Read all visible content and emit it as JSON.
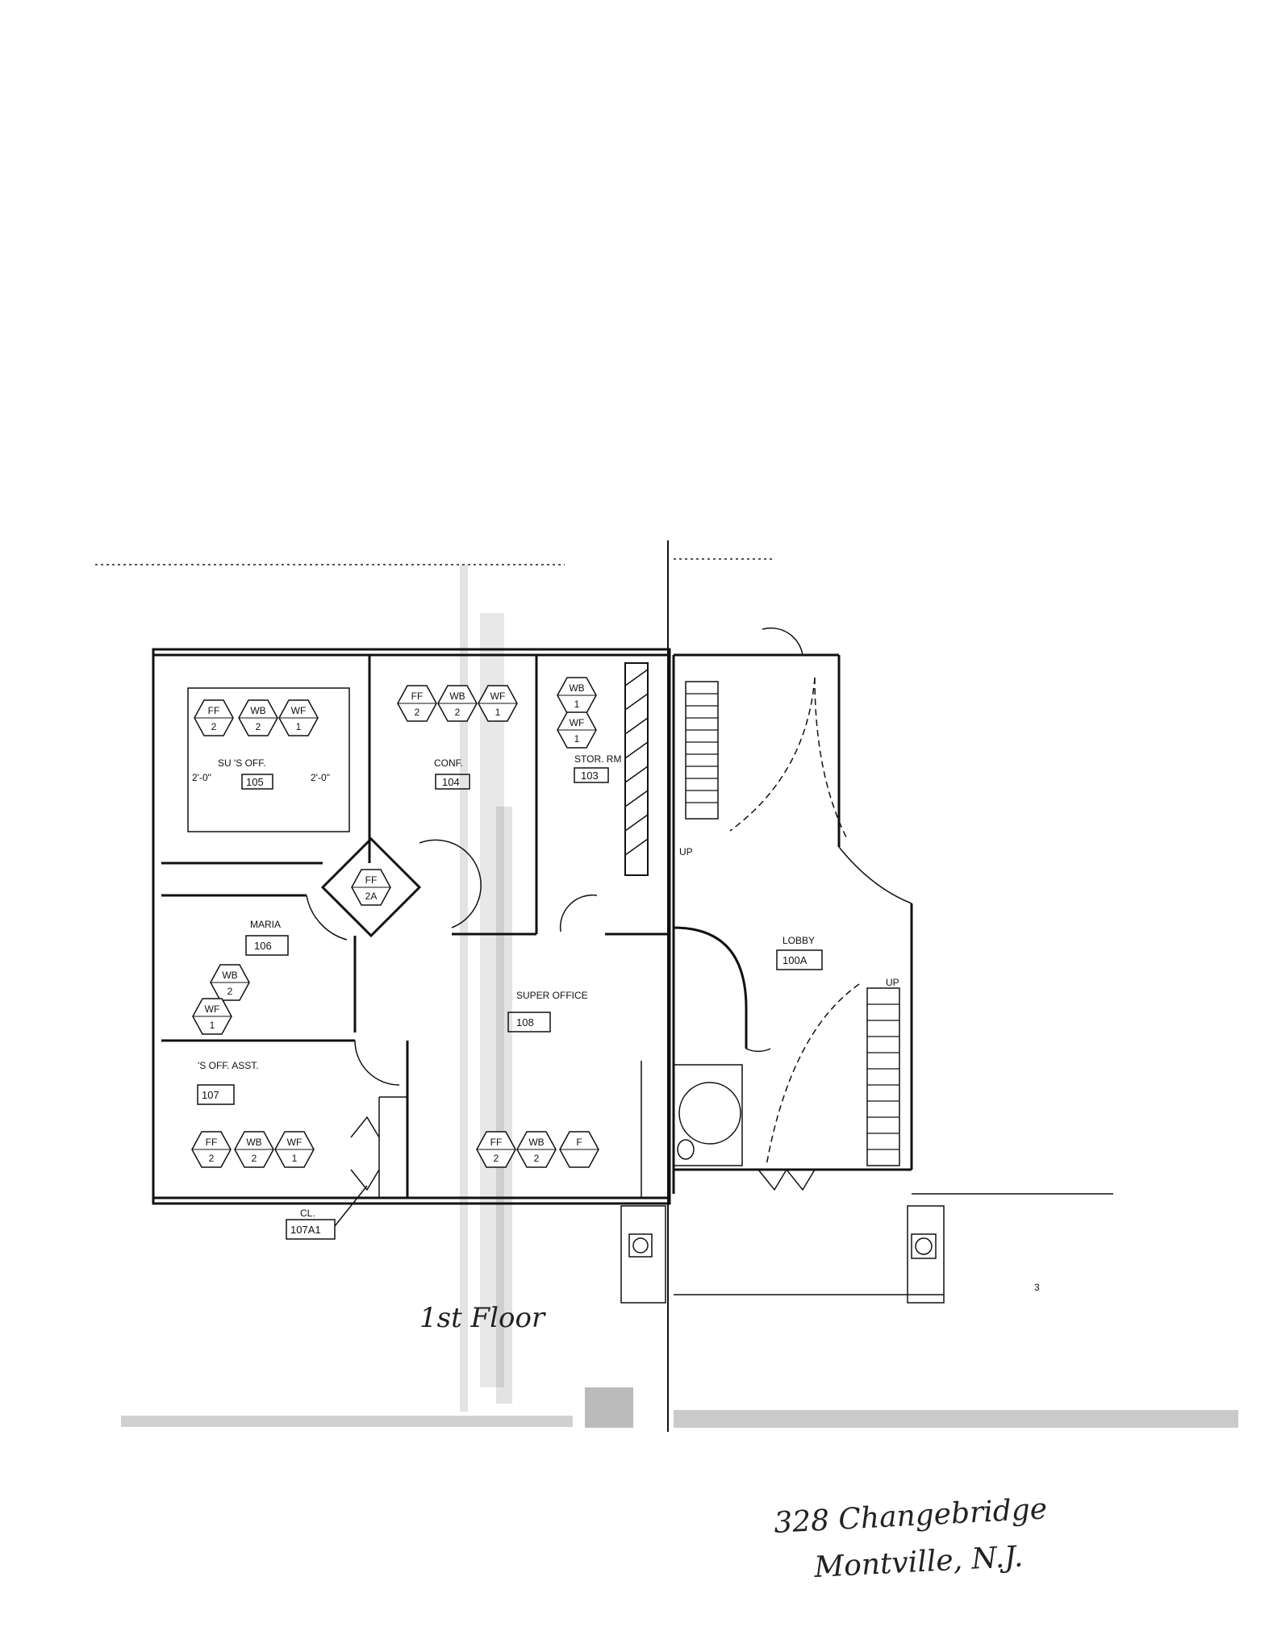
{
  "rooms": [
    {
      "id": "r105",
      "name": "SU  'S OFF.",
      "number": "105"
    },
    {
      "id": "r104",
      "name": "CONF.",
      "number": "104"
    },
    {
      "id": "r103",
      "name": "STOR. RM",
      "number": "103"
    },
    {
      "id": "r106",
      "name": "MARIA",
      "number": "106"
    },
    {
      "id": "r108",
      "name": "SUPER OFFICE",
      "number": "108"
    },
    {
      "id": "r107",
      "name": "'S OFF. ASST.",
      "number": "107"
    },
    {
      "id": "r107a1",
      "name": "CL.",
      "number": "107A1"
    },
    {
      "id": "r100a",
      "name": "LOBBY",
      "number": "100A"
    }
  ],
  "dims": {
    "left": "2'-0\"",
    "right": "2'-0\""
  },
  "stair_labels": {
    "top": "UP",
    "bottom": "UP"
  },
  "hex_tags": [
    {
      "k": "FF",
      "v": "2"
    },
    {
      "k": "WB",
      "v": "2"
    },
    {
      "k": "WF",
      "v": "1"
    },
    {
      "k": "FF",
      "v": "2"
    },
    {
      "k": "WB",
      "v": "2"
    },
    {
      "k": "WF",
      "v": "1"
    },
    {
      "k": "WB",
      "v": "1"
    },
    {
      "k": "WF",
      "v": "1"
    },
    {
      "k": "FF",
      "v": "2A"
    },
    {
      "k": "WB",
      "v": "2"
    },
    {
      "k": "WF",
      "v": "1"
    },
    {
      "k": "FF",
      "v": "2"
    },
    {
      "k": "WB",
      "v": "2"
    },
    {
      "k": "WF",
      "v": "1"
    },
    {
      "k": "FF",
      "v": "2"
    },
    {
      "k": "WB",
      "v": "2"
    },
    {
      "k": "F",
      "v": ""
    }
  ],
  "handwriting": {
    "floor": "1st Floor",
    "address_line1": "328 Changebridge",
    "address_line2": "Montville, N.J."
  },
  "page_number": "3"
}
